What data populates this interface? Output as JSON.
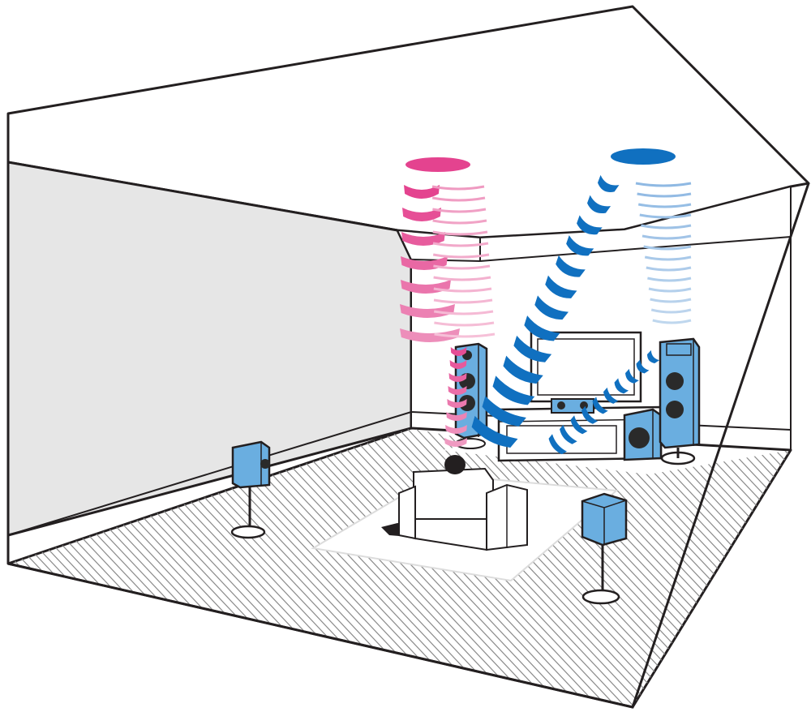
{
  "diagram": {
    "type": "home-theater-room-illustration",
    "colors": {
      "outline": "#231f20",
      "left_wall": "#e6e6e6",
      "speaker_fill": "#6aaee0",
      "speaker_dark": "#2a2a2a",
      "left_height_channel": "#e4438f",
      "right_height_channel": "#1070c0",
      "left_height_reflection": "#ef9ac1",
      "right_height_reflection": "#8fb9e3",
      "floor_lines": "#8a8a8a"
    },
    "components": [
      "front-left-tower-speaker",
      "front-right-tower-speaker",
      "center-speaker",
      "subwoofer",
      "surround-left-speaker",
      "surround-right-speaker",
      "tv",
      "tv-stand",
      "armchair",
      "listener-head",
      "rug"
    ],
    "effects": [
      "left-height-virtual-source",
      "right-height-virtual-source",
      "left-reflected-sound-waves",
      "right-reflected-sound-waves"
    ]
  }
}
